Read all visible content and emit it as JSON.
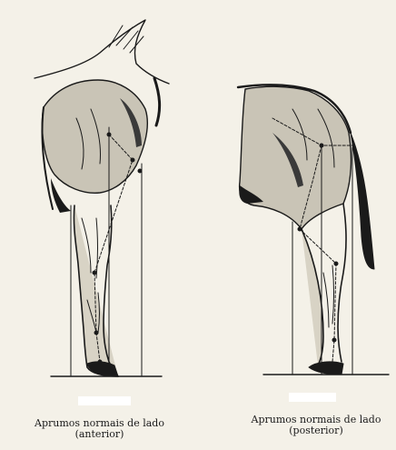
{
  "figures": [
    {
      "id": "anterior",
      "caption_line1": "Aprumos normais de lado",
      "caption_line2": "(anterior)"
    },
    {
      "id": "posterior",
      "caption_line1": "Aprumos normais de lado",
      "caption_line2": "(posterior)"
    }
  ],
  "colors": {
    "paper": "#f4f1e8",
    "ink": "#1a1a1a",
    "shade": "#3a3a3a"
  }
}
